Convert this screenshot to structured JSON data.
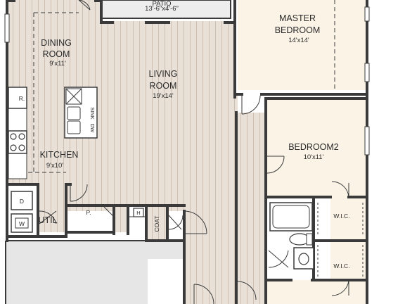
{
  "rooms": {
    "patio": {
      "name": "PATIO",
      "dim": "13'-6\"x4'-6\""
    },
    "master": {
      "name_line1": "MASTER",
      "name_line2": "BEDROOM",
      "dim": "14'x14'"
    },
    "dining": {
      "name_line1": "DINING",
      "name_line2": "ROOM",
      "dim": "9'x11'"
    },
    "living": {
      "name_line1": "LIVING",
      "name_line2": "ROOM",
      "dim": "19'x14'"
    },
    "kitchen": {
      "name": "KITCHEN",
      "dim": "9'x10'"
    },
    "bedroom2": {
      "name": "BEDROOM2",
      "dim": "10'x11'"
    },
    "util": {
      "name": "UTIL"
    },
    "wic1": {
      "name": "W.I.C."
    },
    "wic2": {
      "name": "W.I.C."
    }
  },
  "fixtures": {
    "fridge": "R.",
    "sink": "SINK",
    "dishwasher": "DW",
    "dryer": "D",
    "washer": "W",
    "pantry": "P.",
    "heater": "H",
    "coat": "COAT"
  },
  "colors": {
    "wall": "#3a3a3a",
    "wood": "#e7dfd6",
    "carpet": "#faf3e6",
    "tile": "#ffffff",
    "garage": "#e8e8e8"
  }
}
